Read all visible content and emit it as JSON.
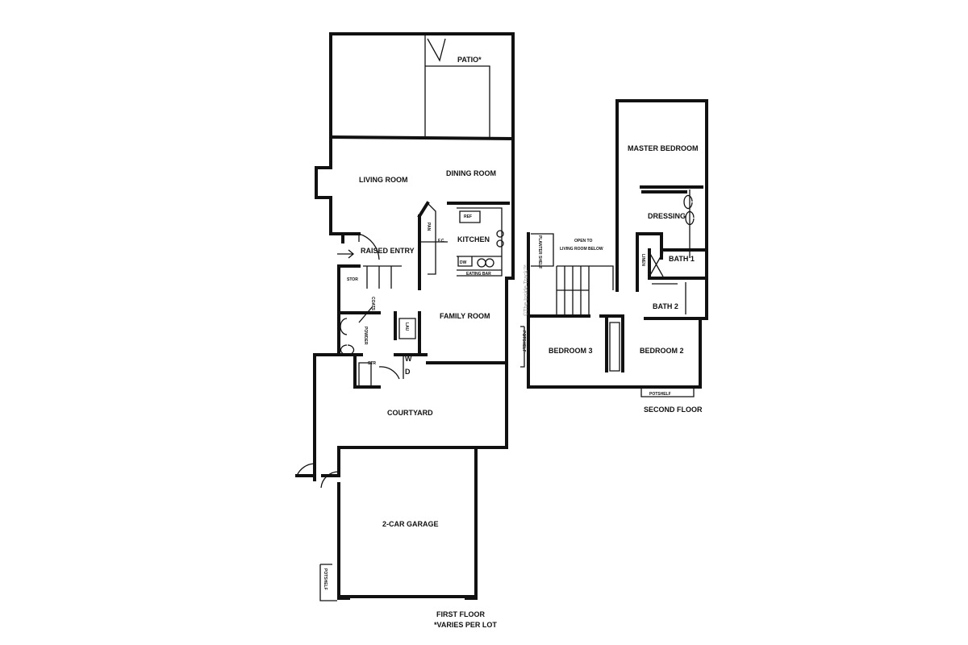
{
  "first_floor": {
    "caption": "FIRST FLOOR",
    "note": "*VARIES PER LOT",
    "rooms": {
      "patio": "PATIO*",
      "living_room": "LIVING ROOM",
      "dining_room": "DINING ROOM",
      "kitchen": "KITCHEN",
      "raised_entry": "RAISED ENTRY",
      "family_room": "FAMILY ROOM",
      "courtyard": "COURTYARD",
      "garage": "2-CAR GARAGE"
    },
    "fixtures": {
      "ref": "REF",
      "dw": "DW",
      "eating_bar": "EATING BAR",
      "pan": "PAN",
      "fc": "F.C.",
      "stor": "STOR",
      "coats": "COATS",
      "powder": "POWDER",
      "lau": "LAU",
      "washer": "W",
      "dryer": "D",
      "str": "STR",
      "potshelf": "POTSHELF"
    }
  },
  "second_floor": {
    "caption": "SECOND FLOOR",
    "rooms": {
      "master_bedroom": "MASTER BEDROOM",
      "dressing": "DRESSING",
      "bath1": "BATH 1",
      "bath2": "BATH 2",
      "bedroom3": "BEDROOM 3",
      "bedroom2": "BEDROOM 2",
      "open_to_living_1": "OPEN TO",
      "open_to_living_2": "LIVING ROOM BELOW"
    },
    "fixtures": {
      "planter_shelf": "PLANTER SHELF",
      "linen": "LINEN",
      "potshelf_left": "POTSHELF",
      "potshelf_bottom": "POTSHELF"
    }
  },
  "watermark": "©The Inside Track™"
}
